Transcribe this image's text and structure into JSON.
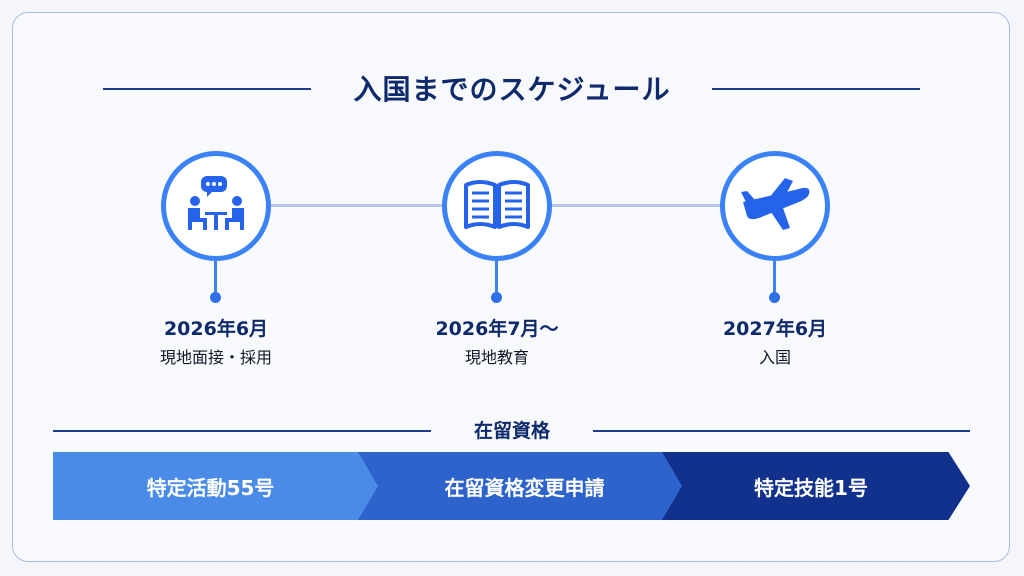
{
  "title": "入国までのスケジュール",
  "steps": [
    {
      "date": "2026年6月",
      "label": "現地面接・採用",
      "icon": "meeting-icon"
    },
    {
      "date": "2026年7月～",
      "label": "現地教育",
      "icon": "book-icon"
    },
    {
      "date": "2027年6月",
      "label": "入国",
      "icon": "airplane-icon"
    }
  ],
  "status_section": {
    "title": "在留資格",
    "stages": [
      {
        "label": "特定活動55号",
        "color": "#4a8be8"
      },
      {
        "label": "在留資格変更申請",
        "color": "#2f63cc"
      },
      {
        "label": "特定技能1号",
        "color": "#11318c"
      }
    ]
  }
}
